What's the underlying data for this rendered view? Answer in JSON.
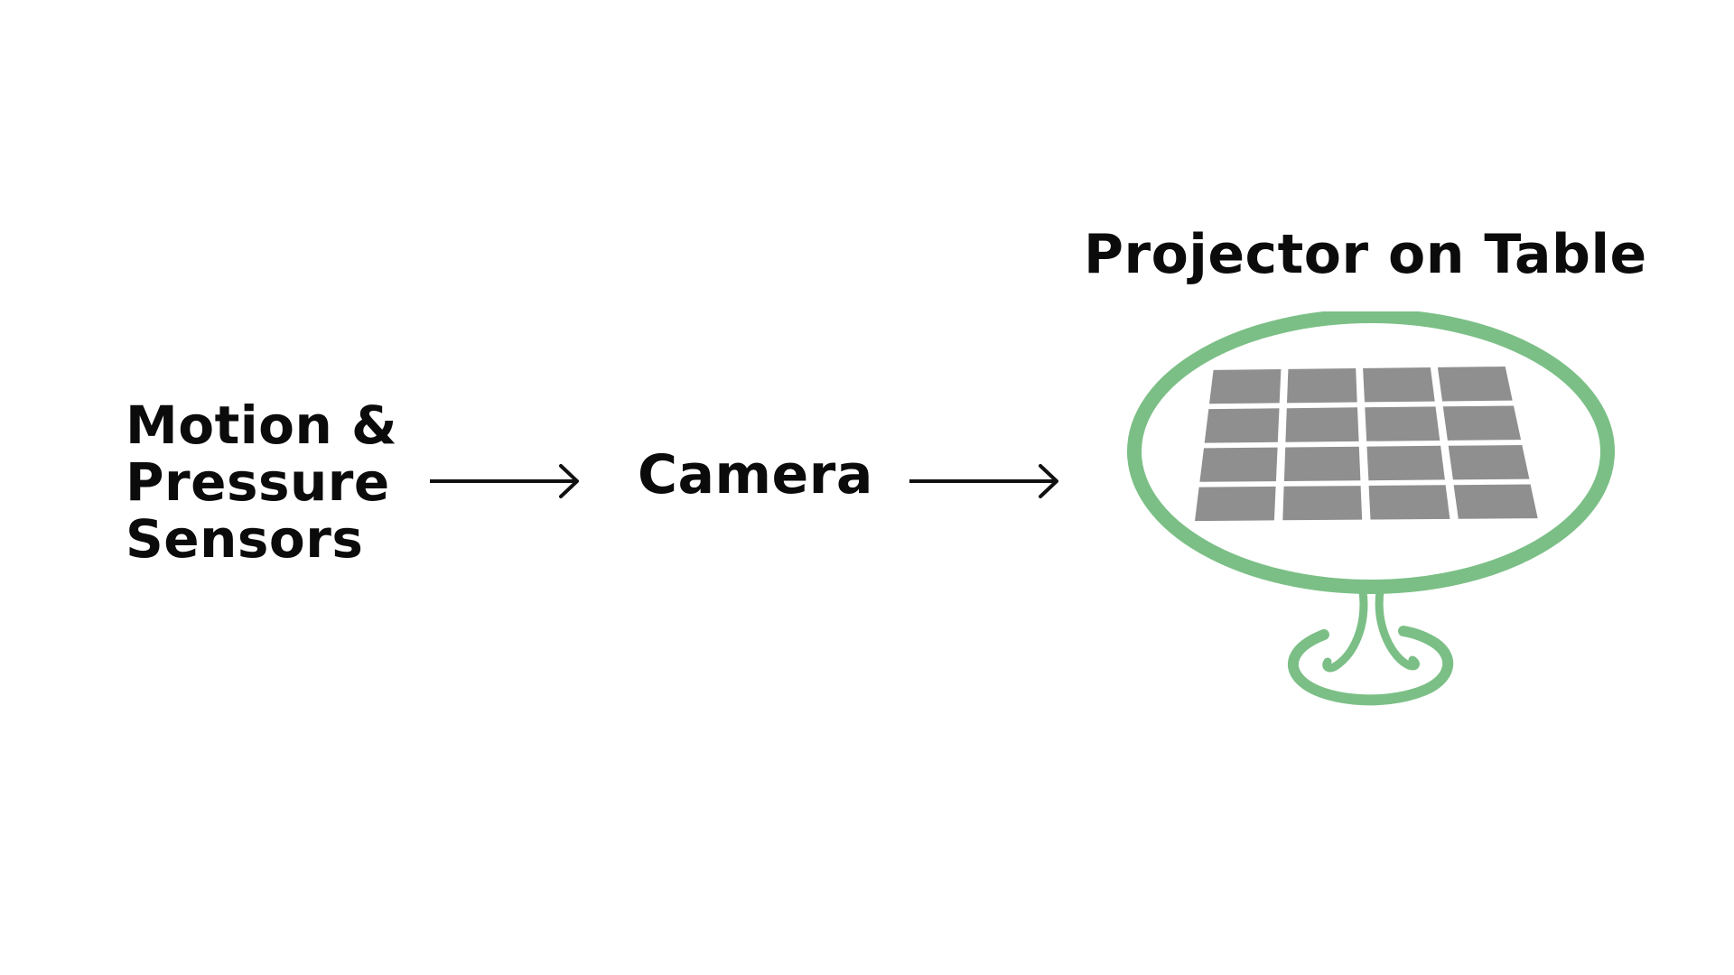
{
  "diagram": {
    "nodes": {
      "sensors": {
        "lines": [
          "Motion &",
          "Pressure",
          "Sensors"
        ]
      },
      "camera": {
        "label": "Camera"
      },
      "projector": {
        "label": "Projector on Table"
      }
    },
    "edges": [
      {
        "from": "sensors",
        "to": "camera"
      },
      {
        "from": "camera",
        "to": "projector"
      }
    ],
    "colors": {
      "text": "#0b0b0b",
      "arrow": "#111111",
      "table": "#7bbf86",
      "projection": "#8f8f8f"
    },
    "projection_grid": {
      "rows": 4,
      "cols": 4
    }
  }
}
